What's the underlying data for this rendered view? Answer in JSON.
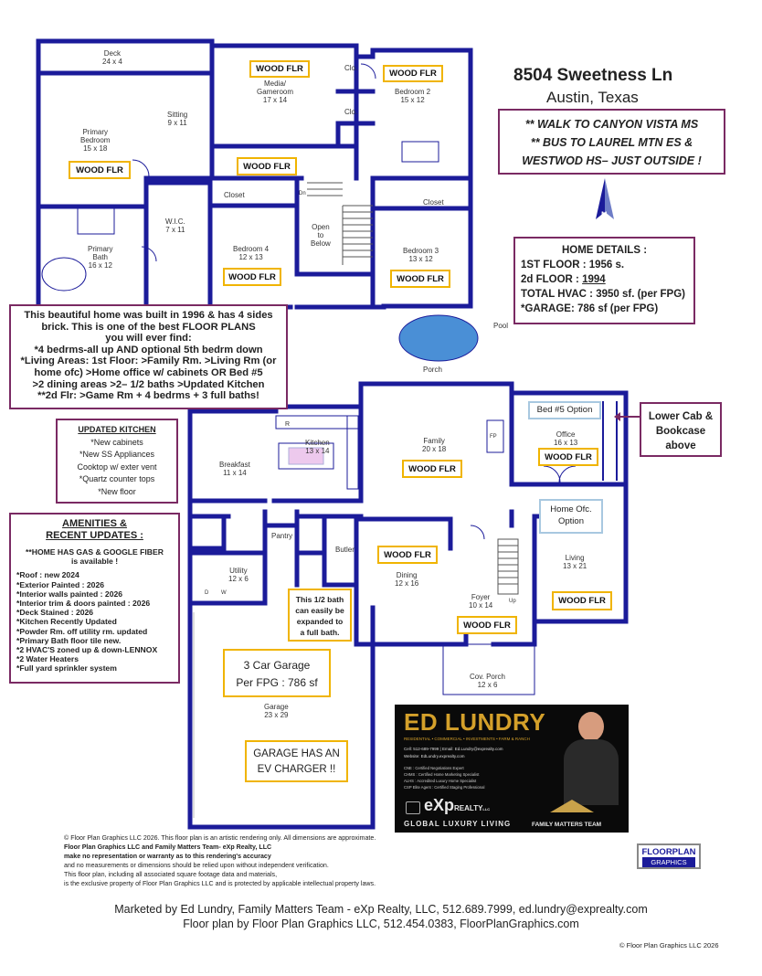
{
  "header": {
    "address": "8504 Sweetness Ln",
    "city": "Austin, Texas"
  },
  "callout_schools": {
    "lines": [
      "** WALK TO CANYON VISTA MS",
      "** BUS TO LAUREL MTN ES &",
      "WESTWOD HS– JUST OUTSIDE !"
    ]
  },
  "home_details": {
    "title": "HOME DETAILS :",
    "first_floor": "1ST FLOOR : 1956 s.",
    "second_floor_label": "2d FLOOR   : ",
    "second_floor_value": "1994",
    "total_hvac": "TOTAL HVAC :  3950 sf. (per FPG)",
    "garage": "*GARAGE:  786 sf (per FPG)"
  },
  "description": {
    "lines": [
      "This beautiful home was built in 1996 & has 4 sides",
      "brick. This is one of the best FLOOR PLANS",
      "you will ever find:",
      "*4 bedrms-all up AND optional 5th bedrm down",
      "*Living Areas: 1st Floor: >Family Rm. >Living Rm (or",
      "home ofc) >Home office w/ cabinets OR Bed #5",
      ">2 dining areas >2– 1/2 baths >Updated Kitchen",
      "**2d Flr: >Game Rm +  4 bedrms + 3 full baths!"
    ]
  },
  "kitchen_box": {
    "title": "UPDATED KITCHEN",
    "lines": [
      "*New cabinets",
      "*New SS Appliances",
      "Cooktop w/ exter vent",
      "*Quartz counter tops",
      "*New floor"
    ]
  },
  "amenities": {
    "title1": "AMENITIES &",
    "title2": "RECENT  UPDATES :",
    "gas": "**HOME HAS GAS & GOOGLE FIBER",
    "gas2": "is available !",
    "items": [
      "*Roof : new 2024",
      "*Exterior Painted : 2026",
      "*Interior walls painted : 2026",
      "*Interior trim & doors painted : 2026",
      "*Deck Stained : 2026",
      "*Kitchen Recently Updated",
      "*Powder Rm. off utility rm. updated",
      "*Primary Bath floor tile new.",
      "*2 HVAC'S zoned up & down-LENNOX",
      "*2 Water Heaters",
      "*Full yard sprinkler system"
    ]
  },
  "upper_rooms": {
    "deck": [
      "Deck",
      "24 x 4"
    ],
    "sitting": [
      "Sitting",
      "9 x 11"
    ],
    "primary_bedroom": [
      "Primary",
      "Bedroom",
      "15 x 18"
    ],
    "media": [
      "Media/",
      "Gameroom",
      "17 x 14"
    ],
    "bedroom2": [
      "Bedroom 2",
      "15 x 12"
    ],
    "clo1": "Clo.",
    "clo2": "Clo.",
    "closet1": "Closet",
    "closet2": "Closet",
    "wic": [
      "W.I.C.",
      "7 x 11"
    ],
    "primary_bath": [
      "Primary",
      "Bath",
      "16 x 12"
    ],
    "bedroom4": [
      "Bedroom 4",
      "12 x 13"
    ],
    "open_below": [
      "Open",
      "to",
      "Below"
    ],
    "dn": "Dn",
    "bedroom3": [
      "Bedroom 3",
      "13 x 12"
    ]
  },
  "lower_rooms": {
    "pool": "Pool",
    "porch": "Porch",
    "kitchen": [
      "Kitchen",
      "13 x 14"
    ],
    "breakfast": [
      "Breakfast",
      "11 x 14"
    ],
    "family": [
      "Family",
      "20 x 18"
    ],
    "office": [
      "Office",
      "16 x 13"
    ],
    "fp": "FP",
    "pantry": "Pantry",
    "butler": "Butler",
    "utility": [
      "Utility",
      "12 x 6"
    ],
    "dining": [
      "Dining",
      "12 x 16"
    ],
    "foyer": [
      "Foyer",
      "10 x 14"
    ],
    "up": "Up",
    "living": [
      "Living",
      "13 x 21"
    ],
    "garage": [
      "Garage",
      "23 x 29"
    ],
    "cov_porch": [
      "Cov. Porch",
      "12 x 6"
    ],
    "r": "R",
    "d": "D",
    "w": "W"
  },
  "wood_labels": {
    "media": "WOOD FLR",
    "bedroom2": "WOOD FLR",
    "primary": "WOOD FLR",
    "hall": "WOOD FLR",
    "bedroom4": "WOOD FLR",
    "bedroom3": "WOOD FLR",
    "office": "WOOD FLR",
    "family": "WOOD FLR",
    "dining": "WOOD FLR",
    "living": "WOOD FLR",
    "foyer": "WOOD FLR"
  },
  "option_labels": {
    "bed5": "Bed #5 Option",
    "home_ofc": [
      "Home Ofc.",
      "Option"
    ]
  },
  "lower_cab": [
    "Lower Cab &",
    "Bookcase",
    "above"
  ],
  "half_bath": [
    "This 1/2 bath",
    "can easily be",
    "expanded to",
    "a full bath."
  ],
  "garage_box": [
    "3 Car Garage",
    "Per FPG : 786 sf"
  ],
  "ev_box": [
    "GARAGE HAS AN",
    "EV CHARGER !!"
  ],
  "agent": {
    "name": "ED LUNDRY",
    "tagline": "RESIDENTIAL • COMMERCIAL • INVESTMENTS • FARM & RANCH",
    "cell": "Cell: 512-689-7999  |  Email: Ed.Lundry@exprealty.com",
    "website": "Website: EdLundry.exprealty.com",
    "certs": [
      "CNE : Certified Negotiations Expert",
      "CHMS : Certified Home Marketing Specialist",
      "ALHS : Accredited Luxury Home Specialist",
      "CSP Elite Agent : Certified Staging Professional"
    ],
    "brand": "eXp",
    "brand2": "REALTY",
    "brand_sup": "LLC",
    "global": "GLOBAL  LUXURY  LIVING",
    "team": "FAMILY MATTERS TEAM"
  },
  "disclaimer": {
    "lines": [
      "© Floor Plan Graphics LLC 2026. This floor plan is an artistic rendering only. All dimensions are approximate.",
      "Floor Plan Graphics LLC and  Family Matters Team- eXp Realty, LLC",
      "make no representation or warranty as to this rendering's accuracy",
      "and no measurements or dimensions should be relied upon without independent verification.",
      "This floor plan, including all associated square footage data and materials,",
      "is the exclusive property of Floor Plan Graphics LLC and is protected by applicable intellectual property laws."
    ]
  },
  "fpg_logo": [
    "FLOORPLAN",
    "GRAPHICS"
  ],
  "footer": {
    "line1": "Marketed by Ed Lundry, Family Matters Team - eXp Realty, LLC, 512.689.7999, ed.lundry@exprealty.com",
    "line2": "Floor plan by Floor Plan Graphics LLC, 512.454.0383, FloorPlanGraphics.com",
    "copyright": "© Floor Plan Graphics LLC 2026"
  },
  "colors": {
    "wall": "#1b1b9a",
    "accent_yellow": "#f0b400",
    "accent_purple": "#7a2a63",
    "pool": "#4a8fd6"
  }
}
